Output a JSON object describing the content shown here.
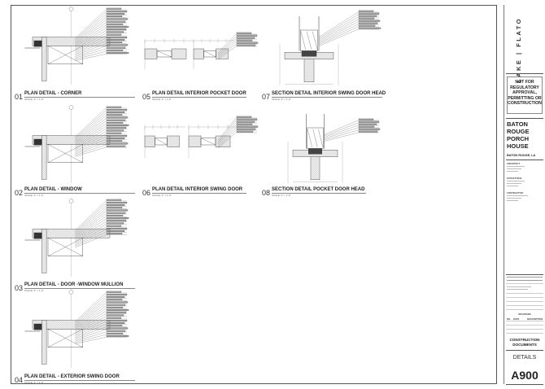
{
  "details": [
    {
      "num": "01",
      "title": "PLAN DETAIL - CORNER",
      "scale": "SCALE: 3\" = 1'-0\""
    },
    {
      "num": "02",
      "title": "PLAN DETAIL - WINDOW",
      "scale": "SCALE: 3\" = 1'-0\""
    },
    {
      "num": "03",
      "title": "PLAN DETAIL - DOOR -WINDOW MULLION",
      "scale": "SCALE: 3\" = 1'-0\""
    },
    {
      "num": "04",
      "title": "PLAN DETAIL - EXTERIOR SWING DOOR",
      "scale": "SCALE: 3\" = 1'-0\""
    },
    {
      "num": "05",
      "title": "PLAN DETAIL INTERIOR POCKET DOOR",
      "scale": "SCALE: 3\" = 1'-0\""
    },
    {
      "num": "06",
      "title": "PLAN DETAIL INTERIOR SWING DOOR",
      "scale": "SCALE: 3\" = 1'-0\""
    },
    {
      "num": "07",
      "title": "SECTION DETAIL INTERIOR SWING DOOR HEAD",
      "scale": "SCALE: 3\" = 1'-0\""
    },
    {
      "num": "08",
      "title": "SECTION DETAIL POCKET DOOR HEAD",
      "scale": "SCALE: 3\" = 1'-0\""
    }
  ],
  "title_block": {
    "firm": "LAKE | FLATO",
    "disclaimer": "NOT FOR REGULATORY APPROVAL, PERMITTING OR CONSTRUCTION",
    "project": "BATON ROUGE PORCH HOUSE",
    "location": "BATON ROUGE, LA",
    "architect_label": "ARCHITECT",
    "structural_label": "STRUCTURAL",
    "contractor_label": "CONTRACTOR",
    "revisions_label": "REVISIONS",
    "rev_cols": [
      "NO.",
      "DATE",
      "DESCRIPTION"
    ],
    "phase": "CONSTRUCTION DOCUMENTS",
    "sheet_title": "DETAILS",
    "sheet_number": "A900"
  },
  "colors": {
    "line": "#333333",
    "hatch": "#999999",
    "border": "#555555"
  }
}
